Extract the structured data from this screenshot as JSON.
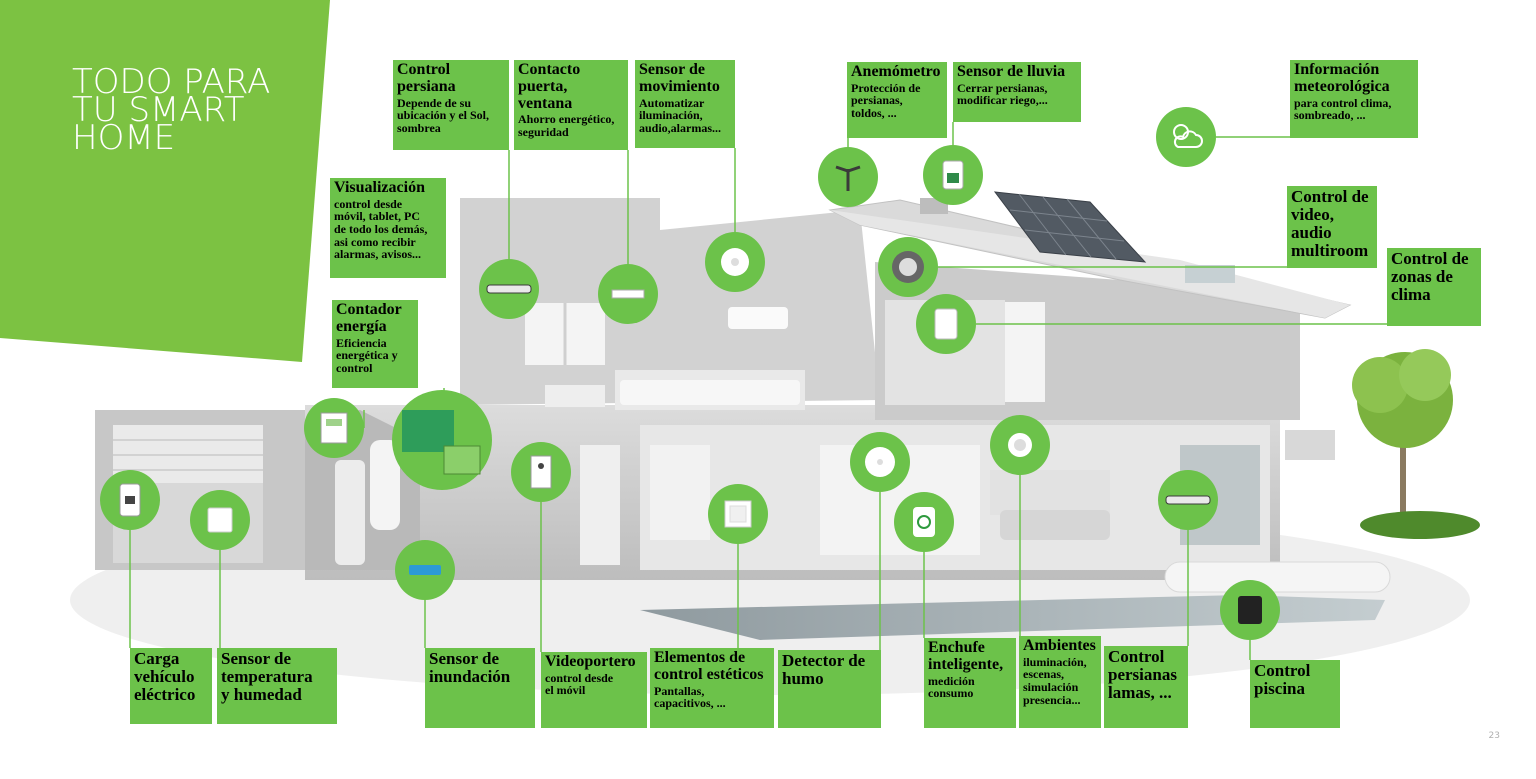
{
  "title": "TODO PARA\nTU SMART\nHOME",
  "page_number": "23",
  "colors": {
    "accent_green": "#6cc24a",
    "banner_green": "#7cc242",
    "house_gray": "#c9c9c9",
    "text": "#000000"
  },
  "labels": [
    {
      "id": "control-persiana",
      "title": "Control\npersiana",
      "desc": "Depende de su\nubicación y el Sol,\nsombrea"
    },
    {
      "id": "contacto-puerta",
      "title": "Contacto\npuerta,\nventana",
      "desc": "Ahorro energético,\nseguridad"
    },
    {
      "id": "sensor-movimiento",
      "title": "Sensor de\nmovimiento",
      "desc": "Automatizar\niluminación,\naudio,alarmas..."
    },
    {
      "id": "anemometro",
      "title": "Anemómetro",
      "desc": "Protección de\npersianas,\ntoldos, ..."
    },
    {
      "id": "sensor-lluvia",
      "title": "Sensor de lluvia",
      "desc": "Cerrar persianas,\nmodificar riego,..."
    },
    {
      "id": "info-meteo",
      "title": "Información\nmeteorológica",
      "desc": "para control clima,\nsombreado, ..."
    },
    {
      "id": "visualizacion",
      "title": "Visualización",
      "desc": "control desde\nmóvil, tablet, PC\nde todo los demás,\nasi como recibir\nalarmas, avisos..."
    },
    {
      "id": "contador-energia",
      "title": "Contador\nenergía",
      "desc": "Eficiencia\nenergética y\ncontrol"
    },
    {
      "id": "control-video",
      "title": "Control de\nvideo,\naudio\nmultiroom",
      "desc": ""
    },
    {
      "id": "control-clima",
      "title": "Control de\nzonas de\nclima",
      "desc": ""
    },
    {
      "id": "carga-vehiculo",
      "title": "Carga\nvehículo\neléctrico",
      "desc": ""
    },
    {
      "id": "sensor-temperatura",
      "title": "Sensor de\ntemperatura\ny humedad",
      "desc": ""
    },
    {
      "id": "sensor-inundacion",
      "title": "Sensor de\ninundación",
      "desc": ""
    },
    {
      "id": "videoportero",
      "title": "Videoportero",
      "desc": "control desde\nel móvil"
    },
    {
      "id": "elementos-esteticos",
      "title": "Elementos de\ncontrol estéticos",
      "desc": "Pantallas,\ncapacitivos, ..."
    },
    {
      "id": "detector-humo",
      "title": "Detector de\nhumo",
      "desc": ""
    },
    {
      "id": "enchufe",
      "title": "Enchufe\ninteligente,",
      "desc": "medición\nconsumo"
    },
    {
      "id": "ambientes",
      "title": "Ambientes",
      "desc": "iluminación,\nescenas,\nsimulación\npresencia..."
    },
    {
      "id": "persianas-lamas",
      "title": "Control\npersianas\nlamas, ...",
      "desc": ""
    },
    {
      "id": "control-piscina",
      "title": "Control\npiscina",
      "desc": ""
    }
  ],
  "devices": [
    {
      "name": "blind-motor-icon",
      "label": "control-persiana"
    },
    {
      "name": "door-contact-icon",
      "label": "contacto-puerta"
    },
    {
      "name": "motion-sensor-icon",
      "label": "sensor-movimiento"
    },
    {
      "name": "anemometer-icon",
      "label": "anemometro"
    },
    {
      "name": "rain-sensor-icon",
      "label": "sensor-lluvia"
    },
    {
      "name": "weather-icon",
      "label": "info-meteo"
    },
    {
      "name": "speaker-icon",
      "label": "control-video"
    },
    {
      "name": "thermostat-icon",
      "label": "control-clima"
    },
    {
      "name": "energy-meter-icon",
      "label": "contador-energia"
    },
    {
      "name": "control-board-icon",
      "label": "visualizacion"
    },
    {
      "name": "ev-charger-icon",
      "label": "carga-vehiculo"
    },
    {
      "name": "temperature-sensor-icon",
      "label": "sensor-temperatura"
    },
    {
      "name": "flood-sensor-icon",
      "label": "sensor-inundacion"
    },
    {
      "name": "intercom-icon",
      "label": "videoportero"
    },
    {
      "name": "wall-switch-icon",
      "label": "elementos-esteticos"
    },
    {
      "name": "smoke-detector-icon",
      "label": "detector-humo"
    },
    {
      "name": "smart-plug-icon",
      "label": "enchufe"
    },
    {
      "name": "ceiling-light-icon",
      "label": "ambientes"
    },
    {
      "name": "louvre-motor-icon",
      "label": "persianas-lamas"
    },
    {
      "name": "pool-controller-icon",
      "label": "control-piscina"
    }
  ]
}
